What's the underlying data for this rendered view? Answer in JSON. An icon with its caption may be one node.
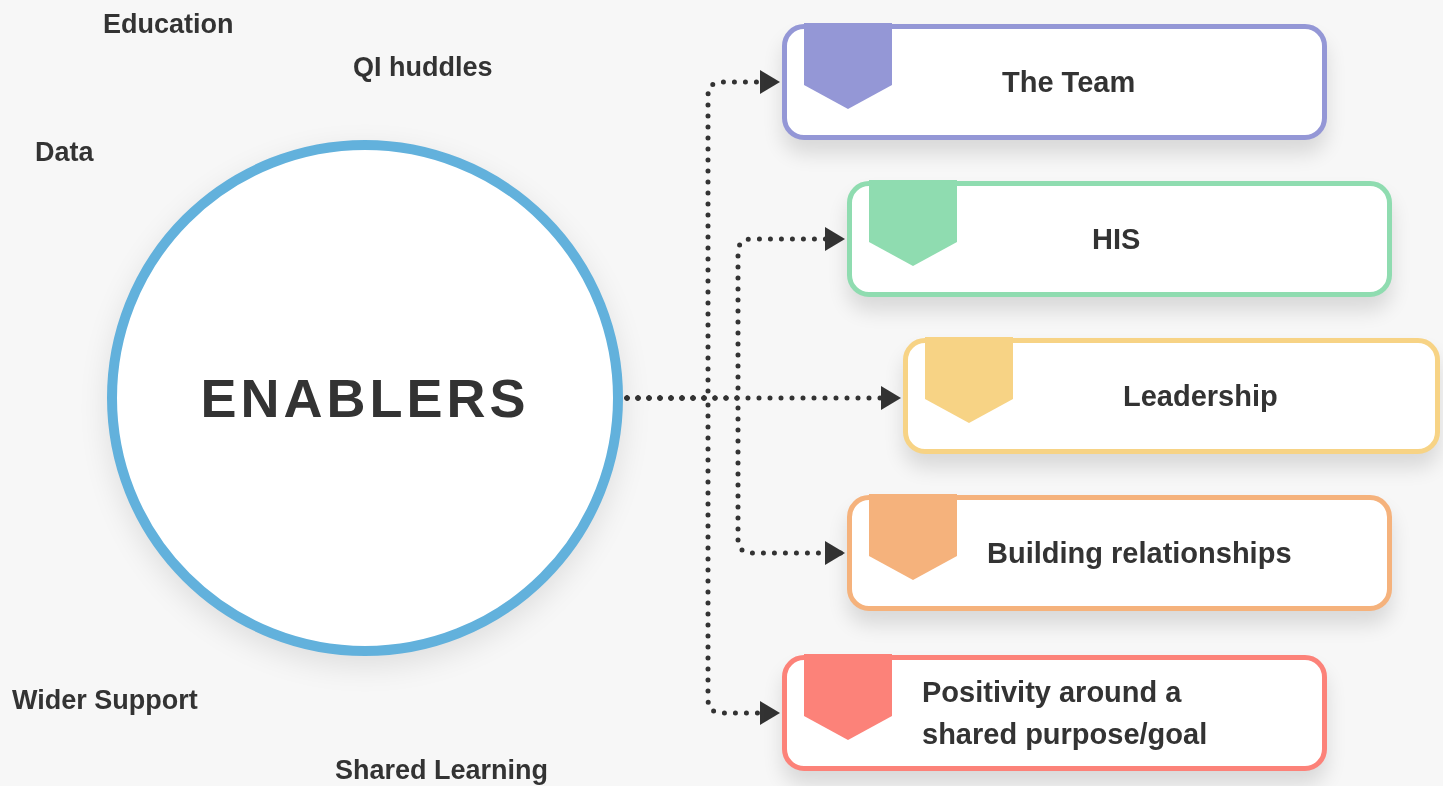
{
  "diagram": {
    "nodes": [
      {
        "text": [
          "ENABLERS"
        ]
      },
      {
        "text": [
          "The Team"
        ]
      },
      {
        "text": [
          "HIS"
        ]
      },
      {
        "text": [
          "Leadership"
        ]
      },
      {
        "text": [
          "Building relationships"
        ]
      },
      {
        "text": [
          "Positivity around a shared purpose/goal"
        ]
      }
    ],
    "edges": [
      {
        "from": 0,
        "to": 1,
        "arrow": "to"
      },
      {
        "from": 0,
        "to": 2,
        "arrow": "to"
      },
      {
        "from": 0,
        "to": 3,
        "arrow": "to"
      },
      {
        "from": 0,
        "to": 4,
        "arrow": "to"
      },
      {
        "from": 0,
        "to": 5,
        "arrow": "to"
      }
    ],
    "labels": [
      "Education",
      "QI huddles",
      "Data",
      "Wider Support",
      "Shared Learning"
    ]
  }
}
